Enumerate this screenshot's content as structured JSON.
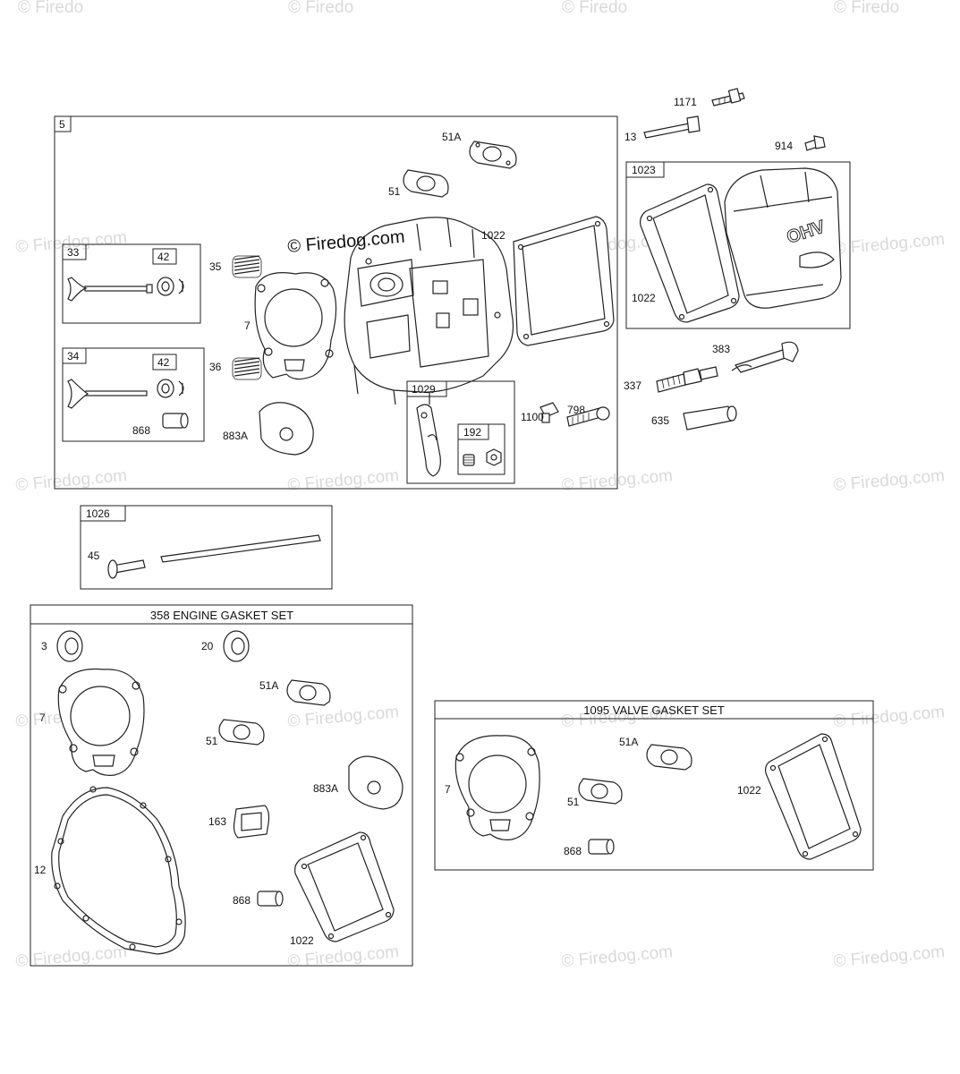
{
  "watermark": {
    "text": "© Firedog.com",
    "corner_text": "© Firedo",
    "main_text": "© Firedog.com"
  },
  "callouts": {
    "c5": "5",
    "c33": "33",
    "c42a": "42",
    "c34": "34",
    "c42b": "42",
    "c35": "35",
    "c7": "7",
    "c36": "36",
    "c868": "868",
    "c883A": "883A",
    "c51A": "51A",
    "c51": "51",
    "c1022": "1022",
    "c1029": "1029",
    "c192": "192",
    "c1100": "1100",
    "c798": "798",
    "c1171": "1171",
    "c13": "13",
    "c914": "914",
    "c1023": "1023",
    "c1022b": "1022",
    "c383": "383",
    "c337": "337",
    "c635": "635",
    "c1026": "1026",
    "c45": "45"
  },
  "engine_gasket_set": {
    "title": "358 ENGINE GASKET SET",
    "labels": {
      "p3": "3",
      "p20": "20",
      "p51A": "51A",
      "p7": "7",
      "p51": "51",
      "p883A": "883A",
      "p163": "163",
      "p12": "12",
      "p868": "868",
      "p1022": "1022"
    }
  },
  "valve_gasket_set": {
    "title": "1095 VALVE GASKET SET",
    "labels": {
      "p7": "7",
      "p51A": "51A",
      "p51": "51",
      "p1022": "1022",
      "p868": "868"
    }
  },
  "cover_text": "OHV"
}
